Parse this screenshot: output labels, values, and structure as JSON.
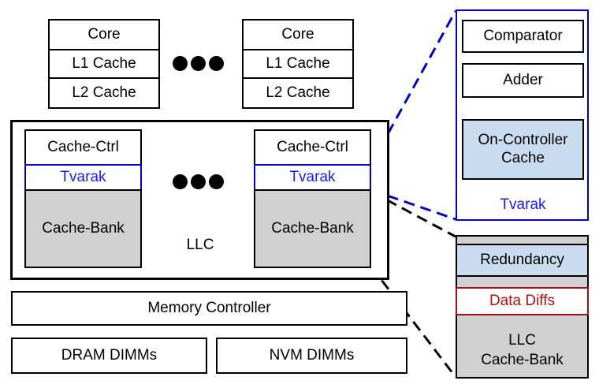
{
  "cpu_left": {
    "core": "Core",
    "l1": "L1 Cache",
    "l2": "L2 Cache"
  },
  "cpu_right": {
    "core": "Core",
    "l1": "L1 Cache",
    "l2": "L2 Cache"
  },
  "llc": {
    "label": "LLC",
    "left_slice": {
      "ctrl": "Cache-Ctrl",
      "tvarak": "Tvarak",
      "bank": "Cache-Bank"
    },
    "right_slice": {
      "ctrl": "Cache-Ctrl",
      "tvarak": "Tvarak",
      "bank": "Cache-Bank"
    }
  },
  "memory_controller": "Memory Controller",
  "dram": "DRAM DIMMs",
  "nvm": "NVM DIMMs",
  "tvarak_detail": {
    "comparator": "Comparator",
    "adder": "Adder",
    "on_controller_cache": "On-Controller\nCache",
    "label": "Tvarak"
  },
  "bank_detail": {
    "redundancy": "Redundancy",
    "data_diffs": "Data Diffs",
    "llc_bank": "LLC\nCache-Bank"
  },
  "colors": {
    "blue": "#0000cc",
    "red": "#a01010",
    "gray": "#d0d0d0",
    "lightblue": "#c9dcf0"
  }
}
